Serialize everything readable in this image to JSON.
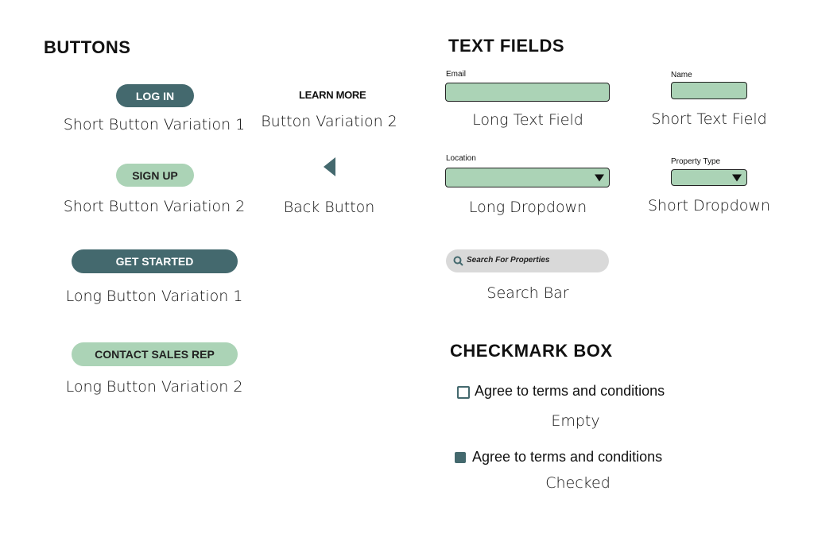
{
  "buttons_section": {
    "heading": "BUTTONS",
    "login": {
      "label": "LOG IN",
      "caption": "Short Button Variation 1"
    },
    "learn_more": {
      "label": "LEARN MORE",
      "caption": "Button Variation 2"
    },
    "signup": {
      "label": "SIGN UP",
      "caption": "Short Button Variation 2"
    },
    "back": {
      "icon": "back-triangle-icon",
      "caption": "Back Button"
    },
    "get_started": {
      "label": "GET STARTED",
      "caption": "Long Button Variation 1"
    },
    "contact": {
      "label": "CONTACT SALES REP",
      "caption": "Long Button Variation 2"
    }
  },
  "text_fields_section": {
    "heading": "TEXT FIELDS",
    "email": {
      "label": "Email",
      "value": "",
      "caption": "Long Text Field"
    },
    "name": {
      "label": "Name",
      "value": "",
      "caption": "Short Text Field"
    },
    "location": {
      "label": "Location",
      "caption": "Long Dropdown"
    },
    "property_type": {
      "label": "Property Type",
      "caption": "Short Dropdown"
    },
    "search": {
      "placeholder": "Search For Properties",
      "caption": "Search Bar",
      "icon": "search-icon"
    }
  },
  "checkbox_section": {
    "heading": "CHECKMARK BOX",
    "empty": {
      "label": "Agree to terms and conditions",
      "checked": false,
      "caption": "Empty"
    },
    "checked": {
      "label": "Agree to terms and conditions",
      "checked": true,
      "caption": "Checked"
    }
  },
  "colors": {
    "dark": "#44696e",
    "light": "#abd3b6",
    "search_bg": "#d9d9d9"
  }
}
